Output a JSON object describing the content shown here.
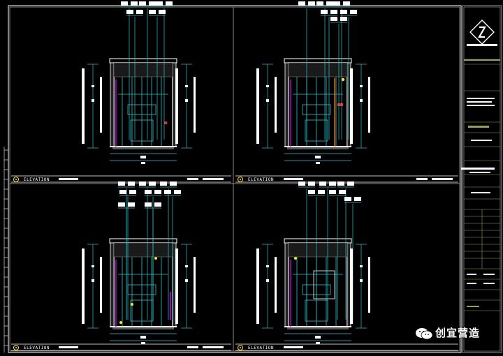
{
  "panels": [
    {
      "id": "top-left",
      "label": "ELEVATION"
    },
    {
      "id": "top-right",
      "label": "ELEVATION"
    },
    {
      "id": "bottom-left",
      "label": "ELEVATION"
    },
    {
      "id": "bottom-right",
      "label": "ELEVATION"
    }
  ],
  "watermark": {
    "text": "创宜营造"
  },
  "colors": {
    "background": "#000000",
    "frame": "#ffffff",
    "dimension": "#26c6cf",
    "wall": "#ffffff",
    "accent_magenta": "#b000c8",
    "accent_yellow": "#ffe600",
    "accent_red": "#ff2020",
    "titleblock_line": "#9aa04a"
  },
  "icons": [
    "logo-icon",
    "wechat-icon"
  ]
}
